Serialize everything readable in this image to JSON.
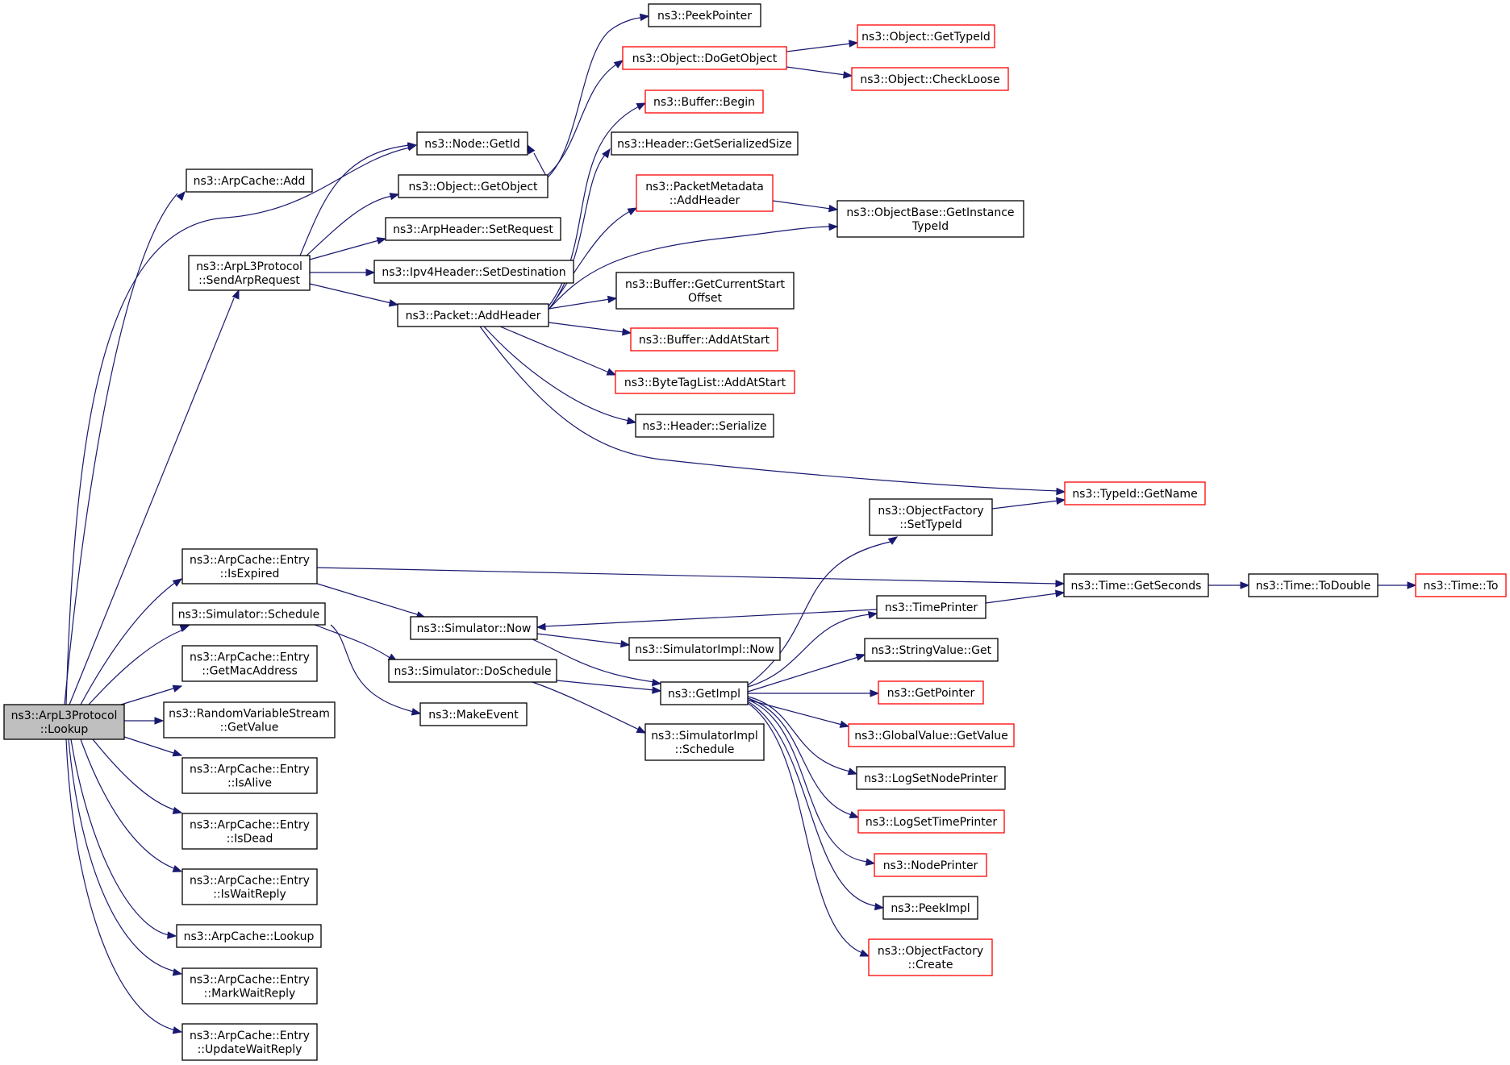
{
  "diagram": {
    "type": "call-graph",
    "root": "lookup",
    "nodes": [
      {
        "id": "lookup",
        "lines": [
          "ns3::ArpL3Protocol",
          "::Lookup"
        ],
        "style": "root"
      },
      {
        "id": "arpcache_add",
        "lines": [
          "ns3::ArpCache::Add"
        ],
        "style": "normal"
      },
      {
        "id": "send_arp_request",
        "lines": [
          "ns3::ArpL3Protocol",
          "::SendArpRequest"
        ],
        "style": "normal"
      },
      {
        "id": "entry_isexpired",
        "lines": [
          "ns3::ArpCache::Entry",
          "::IsExpired"
        ],
        "style": "normal"
      },
      {
        "id": "sim_schedule",
        "lines": [
          "ns3::Simulator::Schedule"
        ],
        "style": "normal"
      },
      {
        "id": "entry_getmac",
        "lines": [
          "ns3::ArpCache::Entry",
          "::GetMacAddress"
        ],
        "style": "normal"
      },
      {
        "id": "rvs_getvalue",
        "lines": [
          "ns3::RandomVariableStream",
          "::GetValue"
        ],
        "style": "normal"
      },
      {
        "id": "entry_isalive",
        "lines": [
          "ns3::ArpCache::Entry",
          "::IsAlive"
        ],
        "style": "normal"
      },
      {
        "id": "entry_isdead",
        "lines": [
          "ns3::ArpCache::Entry",
          "::IsDead"
        ],
        "style": "normal"
      },
      {
        "id": "entry_iswaitreply",
        "lines": [
          "ns3::ArpCache::Entry",
          "::IsWaitReply"
        ],
        "style": "normal"
      },
      {
        "id": "arpcache_lookup",
        "lines": [
          "ns3::ArpCache::Lookup"
        ],
        "style": "normal"
      },
      {
        "id": "entry_markwaitreply",
        "lines": [
          "ns3::ArpCache::Entry",
          "::MarkWaitReply"
        ],
        "style": "normal"
      },
      {
        "id": "entry_updatewaitreply",
        "lines": [
          "ns3::ArpCache::Entry",
          "::UpdateWaitReply"
        ],
        "style": "normal"
      },
      {
        "id": "node_getid",
        "lines": [
          "ns3::Node::GetId"
        ],
        "style": "normal"
      },
      {
        "id": "object_getobject",
        "lines": [
          "ns3::Object::GetObject"
        ],
        "style": "normal"
      },
      {
        "id": "arpheader_setrequest",
        "lines": [
          "ns3::ArpHeader::SetRequest"
        ],
        "style": "normal"
      },
      {
        "id": "ipv4header_setdest",
        "lines": [
          "ns3::Ipv4Header::SetDestination"
        ],
        "style": "normal"
      },
      {
        "id": "packet_addheader",
        "lines": [
          "ns3::Packet::AddHeader"
        ],
        "style": "normal"
      },
      {
        "id": "peekpointer",
        "lines": [
          "ns3::PeekPointer"
        ],
        "style": "normal"
      },
      {
        "id": "object_dogetobject",
        "lines": [
          "ns3::Object::DoGetObject"
        ],
        "style": "red"
      },
      {
        "id": "object_gettypeid",
        "lines": [
          "ns3::Object::GetTypeId"
        ],
        "style": "red"
      },
      {
        "id": "object_checkloose",
        "lines": [
          "ns3::Object::CheckLoose"
        ],
        "style": "red"
      },
      {
        "id": "buffer_begin",
        "lines": [
          "ns3::Buffer::Begin"
        ],
        "style": "red"
      },
      {
        "id": "header_getserializedsize",
        "lines": [
          "ns3::Header::GetSerializedSize"
        ],
        "style": "normal"
      },
      {
        "id": "packetmetadata_addheader",
        "lines": [
          "ns3::PacketMetadata",
          "::AddHeader"
        ],
        "style": "red"
      },
      {
        "id": "objectbase_getinstancetypeid",
        "lines": [
          "ns3::ObjectBase::GetInstance",
          "TypeId"
        ],
        "style": "normal"
      },
      {
        "id": "buffer_getcurrentstartoffset",
        "lines": [
          "ns3::Buffer::GetCurrentStart",
          "Offset"
        ],
        "style": "normal"
      },
      {
        "id": "buffer_addatstart",
        "lines": [
          "ns3::Buffer::AddAtStart"
        ],
        "style": "red"
      },
      {
        "id": "bytetaglist_addatstart",
        "lines": [
          "ns3::ByteTagList::AddAtStart"
        ],
        "style": "red"
      },
      {
        "id": "header_serialize",
        "lines": [
          "ns3::Header::Serialize"
        ],
        "style": "normal"
      },
      {
        "id": "typeid_getname",
        "lines": [
          "ns3::TypeId::GetName"
        ],
        "style": "red"
      },
      {
        "id": "objectfactory_settypeid",
        "lines": [
          "ns3::ObjectFactory",
          "::SetTypeId"
        ],
        "style": "normal"
      },
      {
        "id": "time_getseconds",
        "lines": [
          "ns3::Time::GetSeconds"
        ],
        "style": "normal"
      },
      {
        "id": "time_todouble",
        "lines": [
          "ns3::Time::ToDouble"
        ],
        "style": "normal"
      },
      {
        "id": "time_to",
        "lines": [
          "ns3::Time::To"
        ],
        "style": "red"
      },
      {
        "id": "timeprinter",
        "lines": [
          "ns3::TimePrinter"
        ],
        "style": "normal"
      },
      {
        "id": "simulator_now",
        "lines": [
          "ns3::Simulator::Now"
        ],
        "style": "normal"
      },
      {
        "id": "simulatorimpl_now",
        "lines": [
          "ns3::SimulatorImpl::Now"
        ],
        "style": "normal"
      },
      {
        "id": "stringvalue_get",
        "lines": [
          "ns3::StringValue::Get"
        ],
        "style": "normal"
      },
      {
        "id": "simulator_doschedule",
        "lines": [
          "ns3::Simulator::DoSchedule"
        ],
        "style": "normal"
      },
      {
        "id": "getimpl",
        "lines": [
          "ns3::GetImpl"
        ],
        "style": "normal"
      },
      {
        "id": "getpointer",
        "lines": [
          "ns3::GetPointer"
        ],
        "style": "red"
      },
      {
        "id": "makeevent",
        "lines": [
          "ns3::MakeEvent"
        ],
        "style": "normal"
      },
      {
        "id": "globalvalue_getvalue",
        "lines": [
          "ns3::GlobalValue::GetValue"
        ],
        "style": "red"
      },
      {
        "id": "simulatorimpl_schedule",
        "lines": [
          "ns3::SimulatorImpl",
          "::Schedule"
        ],
        "style": "normal"
      },
      {
        "id": "logsetnodeprinter",
        "lines": [
          "ns3::LogSetNodePrinter"
        ],
        "style": "normal"
      },
      {
        "id": "logsettimeprinter",
        "lines": [
          "ns3::LogSetTimePrinter"
        ],
        "style": "red"
      },
      {
        "id": "nodeprinter",
        "lines": [
          "ns3::NodePrinter"
        ],
        "style": "red"
      },
      {
        "id": "peekimpl",
        "lines": [
          "ns3::PeekImpl"
        ],
        "style": "normal"
      },
      {
        "id": "objectfactory_create",
        "lines": [
          "ns3::ObjectFactory",
          "::Create"
        ],
        "style": "red"
      }
    ],
    "edges": [
      [
        "lookup",
        "arpcache_add"
      ],
      [
        "lookup",
        "node_getid"
      ],
      [
        "lookup",
        "send_arp_request"
      ],
      [
        "lookup",
        "entry_isexpired"
      ],
      [
        "lookup",
        "sim_schedule"
      ],
      [
        "lookup",
        "entry_getmac"
      ],
      [
        "lookup",
        "rvs_getvalue"
      ],
      [
        "lookup",
        "entry_isalive"
      ],
      [
        "lookup",
        "entry_isdead"
      ],
      [
        "lookup",
        "entry_iswaitreply"
      ],
      [
        "lookup",
        "arpcache_lookup"
      ],
      [
        "lookup",
        "entry_markwaitreply"
      ],
      [
        "lookup",
        "entry_updatewaitreply"
      ],
      [
        "send_arp_request",
        "node_getid"
      ],
      [
        "send_arp_request",
        "object_getobject"
      ],
      [
        "send_arp_request",
        "arpheader_setrequest"
      ],
      [
        "send_arp_request",
        "ipv4header_setdest"
      ],
      [
        "send_arp_request",
        "packet_addheader"
      ],
      [
        "object_getobject",
        "peekpointer"
      ],
      [
        "object_getobject",
        "object_dogetobject"
      ],
      [
        "object_getobject",
        "node_getid"
      ],
      [
        "object_dogetobject",
        "object_gettypeid"
      ],
      [
        "object_dogetobject",
        "object_checkloose"
      ],
      [
        "packet_addheader",
        "buffer_begin"
      ],
      [
        "packet_addheader",
        "header_getserializedsize"
      ],
      [
        "packet_addheader",
        "packetmetadata_addheader"
      ],
      [
        "packet_addheader",
        "objectbase_getinstancetypeid"
      ],
      [
        "packet_addheader",
        "buffer_getcurrentstartoffset"
      ],
      [
        "packet_addheader",
        "buffer_addatstart"
      ],
      [
        "packet_addheader",
        "bytetaglist_addatstart"
      ],
      [
        "packet_addheader",
        "header_serialize"
      ],
      [
        "packet_addheader",
        "typeid_getname"
      ],
      [
        "packetmetadata_addheader",
        "objectbase_getinstancetypeid"
      ],
      [
        "entry_isexpired",
        "time_getseconds"
      ],
      [
        "entry_isexpired",
        "simulator_now"
      ],
      [
        "sim_schedule",
        "simulator_doschedule"
      ],
      [
        "sim_schedule",
        "makeevent"
      ],
      [
        "simulator_now",
        "simulatorimpl_now"
      ],
      [
        "simulator_now",
        "getimpl"
      ],
      [
        "simulator_doschedule",
        "getimpl"
      ],
      [
        "simulator_doschedule",
        "simulatorimpl_schedule"
      ],
      [
        "timeprinter",
        "simulator_now"
      ],
      [
        "timeprinter",
        "time_getseconds"
      ],
      [
        "time_getseconds",
        "time_todouble"
      ],
      [
        "time_todouble",
        "time_to"
      ],
      [
        "objectfactory_settypeid",
        "typeid_getname"
      ],
      [
        "getimpl",
        "objectfactory_settypeid"
      ],
      [
        "getimpl",
        "timeprinter"
      ],
      [
        "getimpl",
        "stringvalue_get"
      ],
      [
        "getimpl",
        "getpointer"
      ],
      [
        "getimpl",
        "globalvalue_getvalue"
      ],
      [
        "getimpl",
        "logsetnodeprinter"
      ],
      [
        "getimpl",
        "logsettimeprinter"
      ],
      [
        "getimpl",
        "nodeprinter"
      ],
      [
        "getimpl",
        "peekimpl"
      ],
      [
        "getimpl",
        "objectfactory_create"
      ]
    ]
  }
}
